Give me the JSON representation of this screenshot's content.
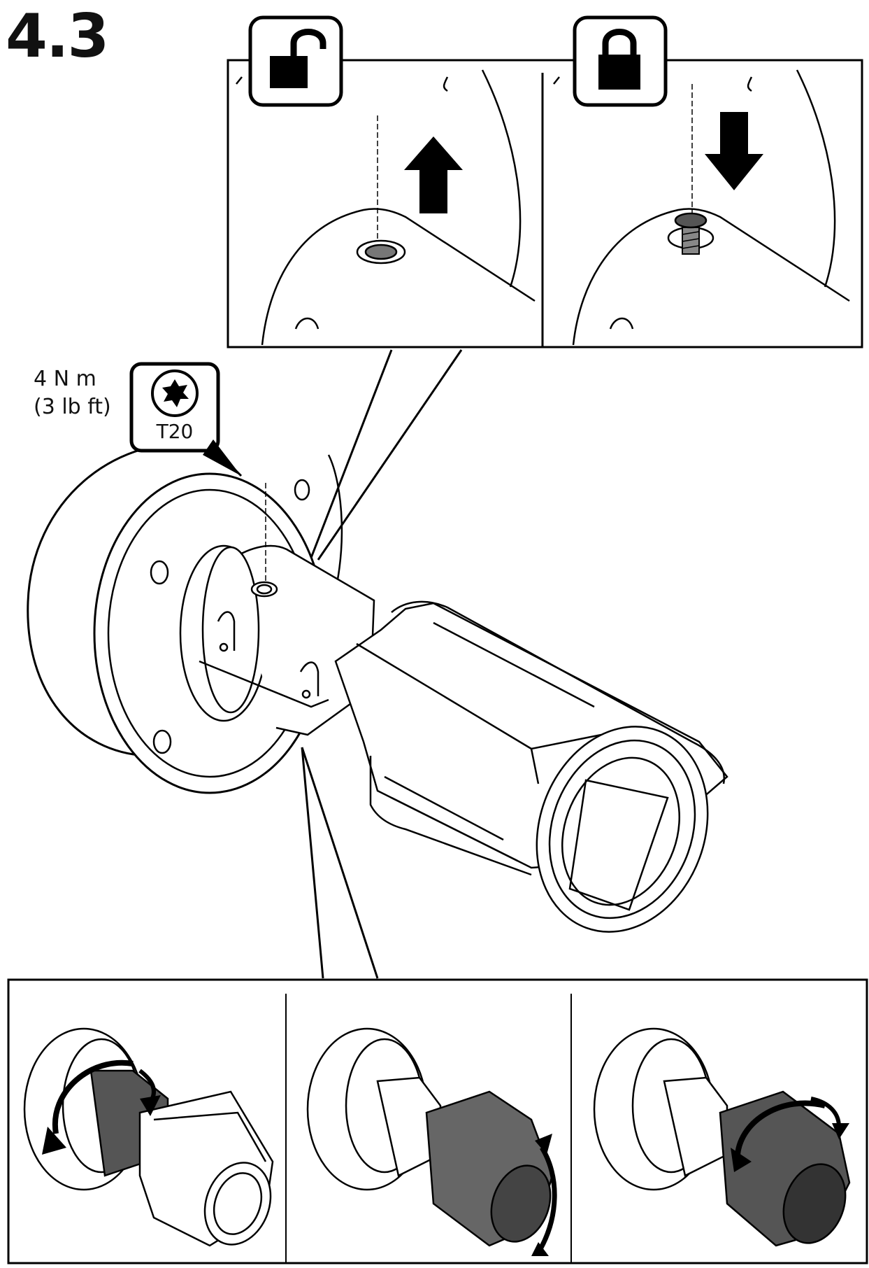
{
  "step": {
    "number": "4.3"
  },
  "torque": {
    "metric": "4 N m",
    "imperial": "(3 lb ft)"
  },
  "tool": {
    "label": "T20",
    "icon": "torx-icon"
  },
  "icons": {
    "unlock": "unlock-icon",
    "lock": "lock-icon"
  }
}
